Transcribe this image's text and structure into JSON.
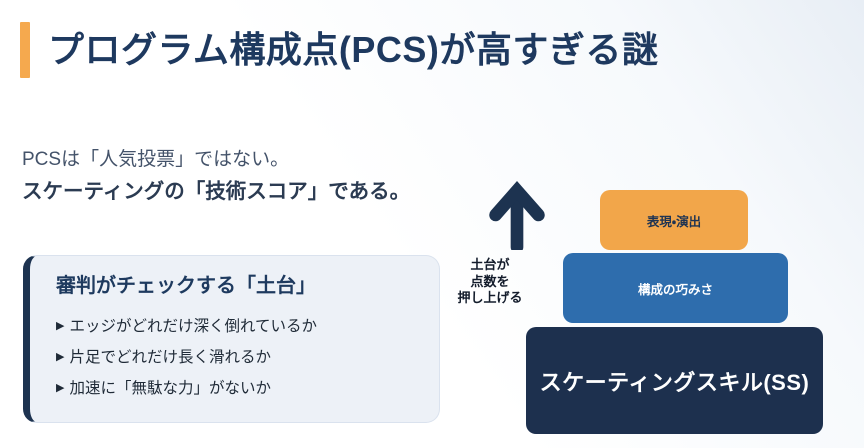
{
  "slide": {
    "title": "プログラム構成点(PCS)が高すぎる謎",
    "subtitle_line1": "PCSは「人気投票」ではない。",
    "subtitle_line2": "スケーティングの「技術スコア」である。"
  },
  "card": {
    "heading": "審判がチェックする「土台」",
    "bullet_marker": "▶",
    "bullets": [
      "エッジがどれだけ深く倒れているか",
      "片足でどれだけ長く滑れるか",
      "加速に「無駄な力」がないか"
    ]
  },
  "diagram": {
    "arrow_icon": "up-arrow-icon",
    "arrow_label_lines": [
      "土台が",
      "点数を",
      "押し上げる"
    ],
    "tiers": [
      {
        "label": "表現・演出",
        "fill": "#F2A64A",
        "text_color": "#1E3352"
      },
      {
        "label": "構成の巧みさ",
        "fill": "#2E6DAD",
        "text_color": "#FFFFFF"
      },
      {
        "label": "スケーティングスキル(SS)",
        "fill": "#1D304E",
        "text_color": "#FFFFFF"
      }
    ]
  },
  "colors": {
    "accent_bar": "#F5A94E",
    "title_text": "#1E395F",
    "subtitle_text": "#44536A",
    "subtitle_bold_text": "#2B3B52",
    "card_background": "#EDF1F7",
    "card_border": "#DAE2EE",
    "card_left_border": "#1D3350",
    "arrow": "#1D3350",
    "background_tint": "#E8EEF5"
  }
}
